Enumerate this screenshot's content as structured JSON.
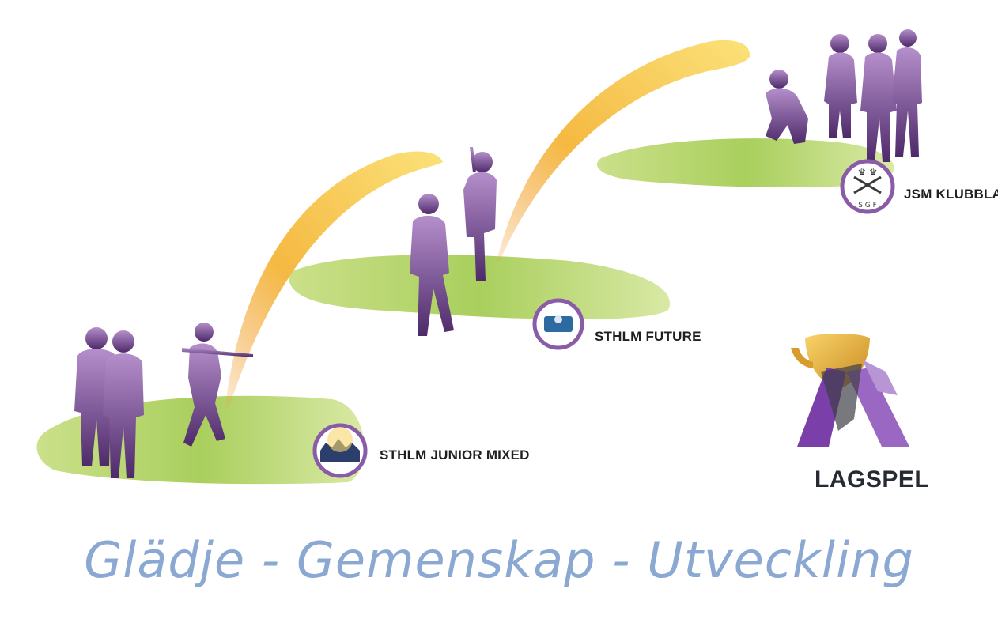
{
  "teams": [
    {
      "name": "STHLM JUNIOR MIXED"
    },
    {
      "name": "STHLM FUTURE"
    },
    {
      "name": "JSM KLUBBLAG"
    }
  ],
  "emblem_letters": "S G F",
  "lagspel_label": "LAGSPEL",
  "tagline": "Glädje - Gemenskap - Utveckling",
  "colors": {
    "grass": "#b8d36a",
    "silhouette": "#7a4f96",
    "ball_trail": "#f5c84a",
    "tagline": "#8aa8d2",
    "text": "#1f1f1f"
  },
  "icons": [
    "golfer-silhouette-icon",
    "ball-trail-icon",
    "team-badge-icon",
    "trophy-hands-icon"
  ]
}
